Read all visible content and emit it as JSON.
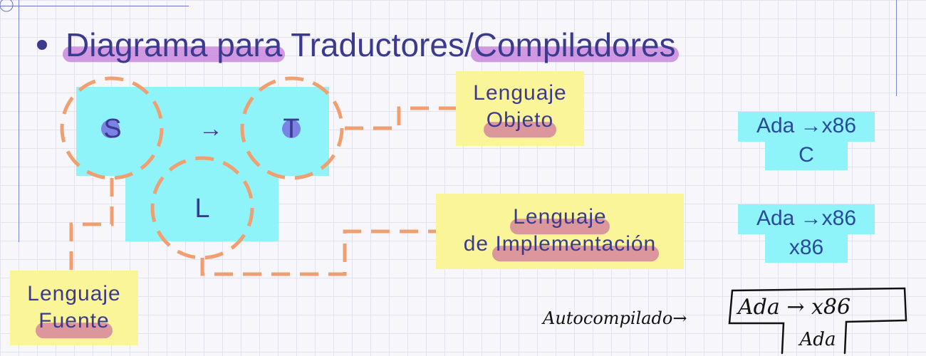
{
  "title": {
    "hl1": "Diagrama para",
    "middle": "Traductores/",
    "hl2": "Compiladores"
  },
  "diagram": {
    "source": "S",
    "arrow": "→",
    "target": "T",
    "impl": "L"
  },
  "labels": {
    "objeto_line1": "Lenguaje",
    "objeto_line2": "Objeto",
    "impl_line1": "Lenguaje",
    "impl_line2_prefix": "de",
    "impl_line2_hl": "Implementación",
    "fuente_line1": "Lenguaje",
    "fuente_line2": "Fuente"
  },
  "examples": [
    {
      "source": "Ada",
      "arrow": "→",
      "target": "x86",
      "impl": "C"
    },
    {
      "source": "Ada",
      "arrow": "→",
      "target": "x86",
      "impl": "x86"
    }
  ],
  "handwritten": {
    "label": "Autocompilado",
    "arrow": "→",
    "source": "Ada",
    "arrow2": "→",
    "target": "x86",
    "impl": "Ada"
  },
  "colors": {
    "block": "#8ff4fa",
    "label_bg": "#fbf59a",
    "text": "#3b3a8e",
    "dashed": "#f0a070",
    "highlight": "#c37ad8"
  }
}
